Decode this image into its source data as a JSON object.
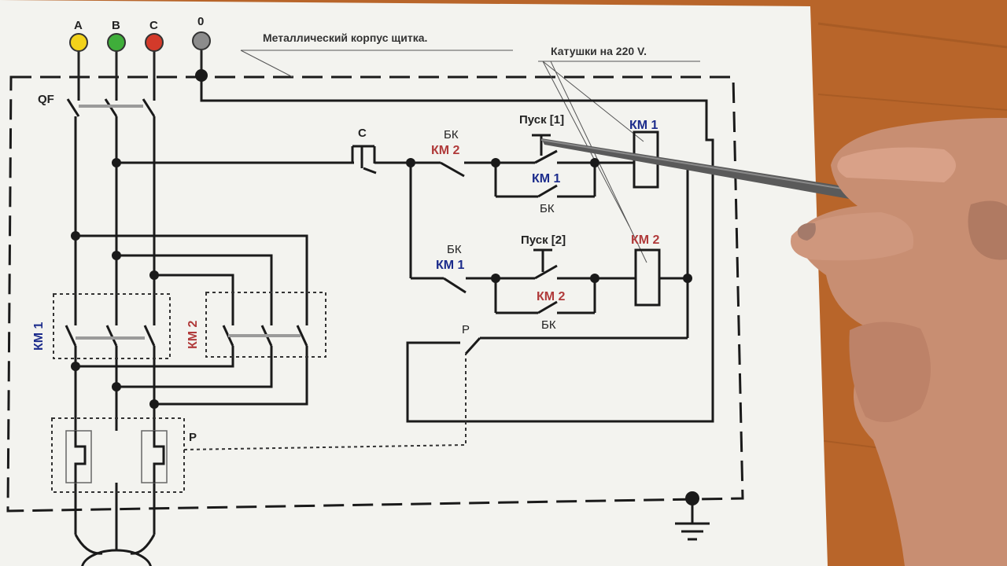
{
  "diagram": {
    "note_enclosure": "Металлический корпус щитка.",
    "note_coils": "Катушки на 220 V.",
    "phase_a": "A",
    "phase_b": "B",
    "phase_c": "C",
    "neutral": "0",
    "breaker": "QF",
    "stop_button": "C",
    "interlock_top_label": "БК",
    "interlock_top_name": "КМ 2",
    "start1_label": "Пуск [1]",
    "hold1_name": "КМ 1",
    "hold1_label": "БК",
    "coil1_name": "КМ 1",
    "interlock_bottom_label": "БК",
    "interlock_bottom_name": "КМ 1",
    "start2_label": "Пуск [2]",
    "hold2_name": "КМ 2",
    "hold2_label": "БК",
    "coil2_name": "КМ 2",
    "relay_contact": "Р",
    "relay_heater": "Р",
    "km1_block": "КМ 1",
    "km2_block": "КМ 2",
    "colors": {
      "lamp_a": "#f2d21a",
      "lamp_b": "#3fae3a",
      "lamp_c": "#d33a2a",
      "lamp_0": "#8c8c8c",
      "blue_label": "#1c2c8c",
      "red_label": "#b03a3a"
    }
  }
}
